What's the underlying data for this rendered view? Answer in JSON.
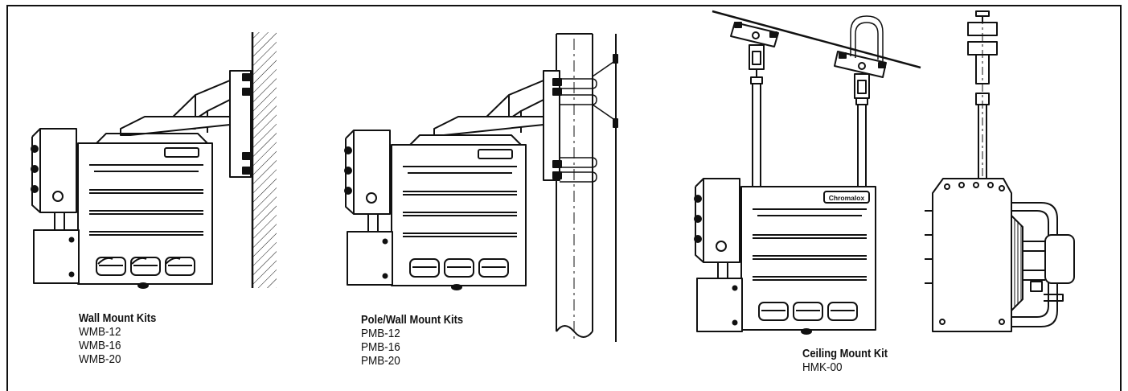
{
  "kits": {
    "wall": {
      "title": "Wall Mount Kits",
      "models": [
        "WMB-12",
        "WMB-16",
        "WMB-20"
      ]
    },
    "pole": {
      "title": "Pole/Wall Mount Kits",
      "models": [
        "PMB-12",
        "PMB-16",
        "PMB-20"
      ]
    },
    "ceiling": {
      "title": "Ceiling Mount Kit",
      "models": [
        "HMK-00"
      ]
    }
  },
  "brand_label": "Chromalox",
  "colors": {
    "line": "#111111",
    "background": "#ffffff"
  }
}
